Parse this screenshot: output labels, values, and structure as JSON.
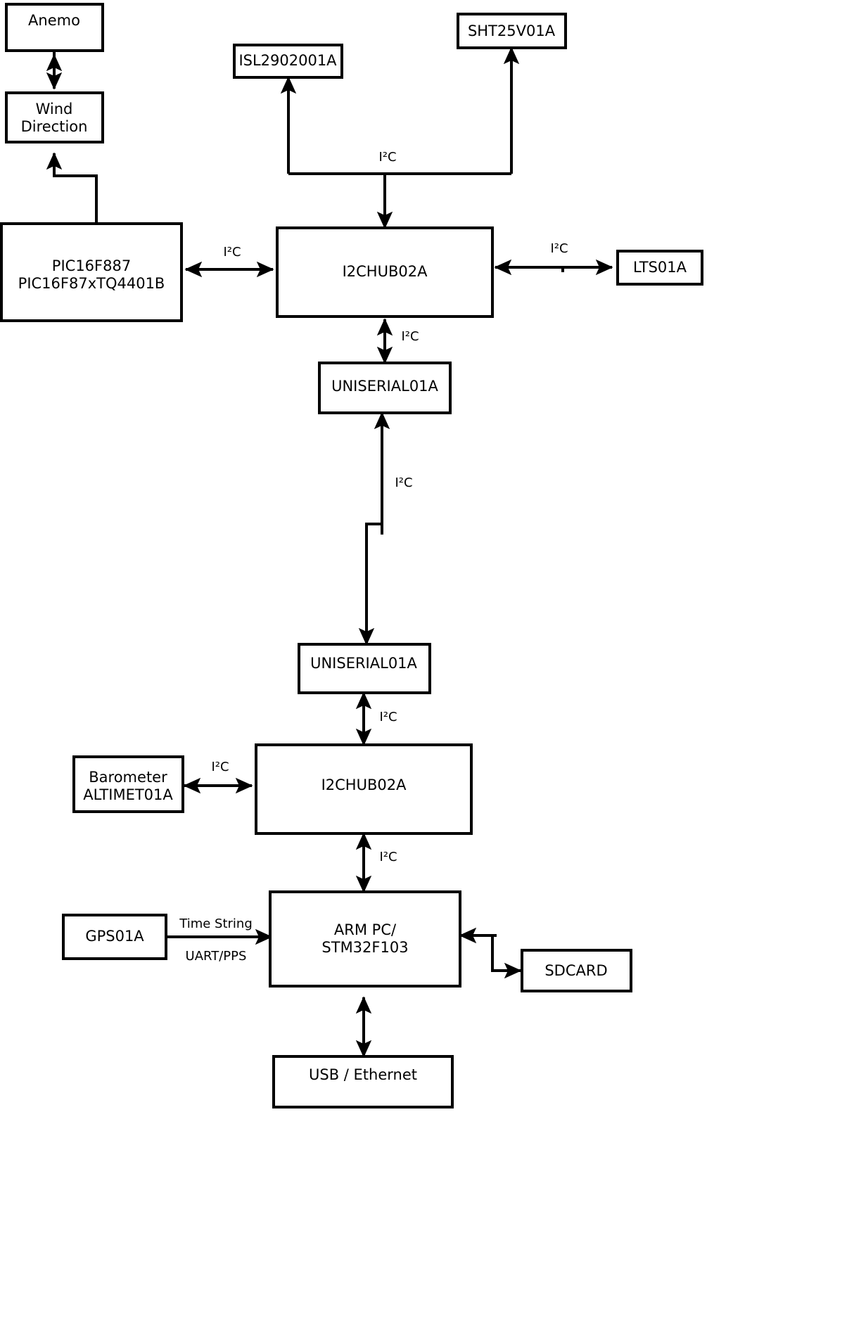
{
  "diagram": {
    "title": "Weather Station Block Diagram",
    "background_color": "#ffffff",
    "line_color": "#000000",
    "box_fill": "#ffffff",
    "blocks": {
      "anemo": {
        "label": "Anemo"
      },
      "wind_direction_line1": {
        "label": "Wind"
      },
      "wind_direction_line2": {
        "label": "Direction"
      },
      "pic_line1": {
        "label": "PIC16F887"
      },
      "pic_line2": {
        "label": "PIC16F87xTQ4401B"
      },
      "isl": {
        "label": "ISL2902001A"
      },
      "sht": {
        "label": "SHT25V01A"
      },
      "hub_top": {
        "label": "I2CHUB02A"
      },
      "lts": {
        "label": "LTS01A"
      },
      "uniserial_top": {
        "label": "UNISERIAL01A"
      },
      "uniserial_bottom": {
        "label": "UNISERIAL01A"
      },
      "hub_bottom": {
        "label": "I2CHUB02A"
      },
      "barometer_line1": {
        "label": "Barometer"
      },
      "barometer_line2": {
        "label": "ALTIMET01A"
      },
      "gps": {
        "label": "GPS01A"
      },
      "arm_line1": {
        "label": "ARM PC/"
      },
      "arm_line2": {
        "label": "STM32F103"
      },
      "sdcard": {
        "label": "SDCARD"
      },
      "usb_eth": {
        "label": "USB / Ethernet"
      }
    },
    "edge_labels": {
      "i2c_bus_top": "I²C",
      "i2c_pic_hub": "I²C",
      "i2c_hub_lts": "I²C",
      "i2c_hub_uniserial": "I²C",
      "i2c_uniserial_link": "I²C",
      "i2c_uniserial_hub_bottom": "I²C",
      "i2c_barometer_hub": "I²C",
      "i2c_hub_arm": "I²C",
      "gps_time_string": "Time String",
      "gps_uart_pps": "UART/PPS"
    }
  }
}
